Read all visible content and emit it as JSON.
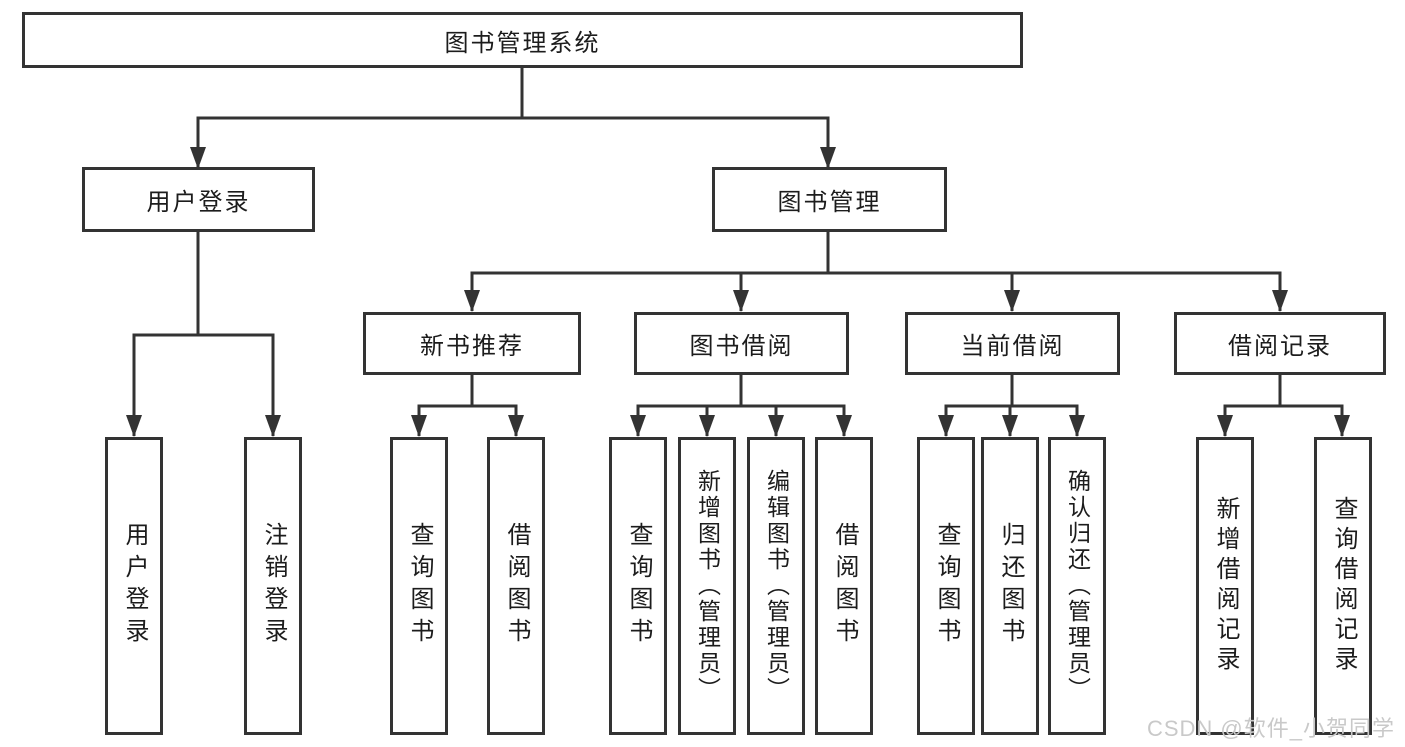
{
  "diagram": {
    "root": "图书管理系统",
    "level2": {
      "user_login": "用户登录",
      "book_mgmt": "图书管理"
    },
    "level3": {
      "new_books": "新书推荐",
      "book_borrow": "图书借阅",
      "current_borrow": "当前借阅",
      "borrow_records": "借阅记录"
    },
    "leaves": {
      "user_login": "用户登录",
      "logout": "注销登录",
      "nb_query": "查询图书",
      "nb_borrow": "借阅图书",
      "bb_query": "查询图书",
      "bb_add": "新增图书（管理员）",
      "bb_edit": "编辑图书（管理员）",
      "bb_borrow": "借阅图书",
      "cb_query": "查询图书",
      "cb_return": "归还图书",
      "cb_confirm": "确认归还（管理员）",
      "br_add": "新增借阅记录",
      "br_query": "查询借阅记录"
    }
  },
  "watermark": "CSDN @软件_小贺同学",
  "colors": {
    "line": "#333333",
    "text": "#1c1c1c",
    "background": "#ffffff",
    "watermark": "#c9c9c9"
  }
}
